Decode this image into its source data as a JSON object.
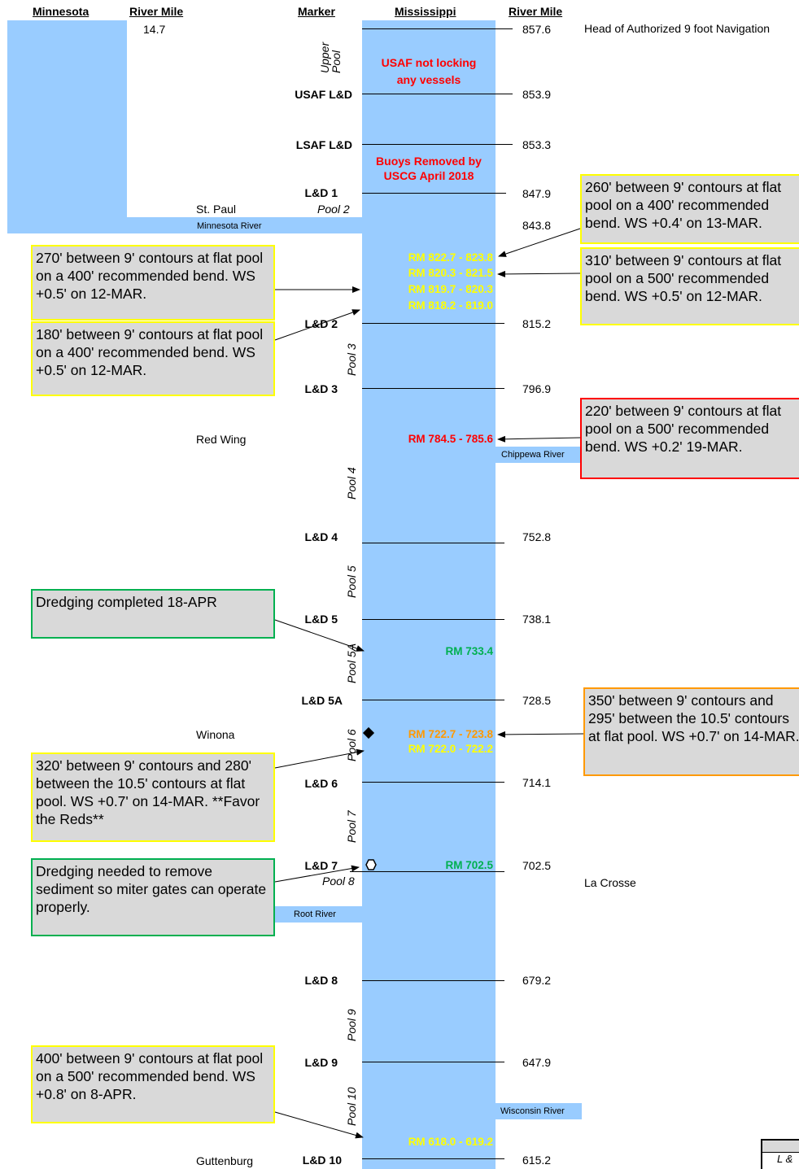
{
  "headers": {
    "minnesota": "Minnesota",
    "river_mile_mn": "River Mile",
    "marker": "Marker",
    "mississippi": "Mississippi",
    "river_mile": "River Mile"
  },
  "mn_mile": "14.7",
  "head_note": "Head of Authorized 9 foot Navigation",
  "locks": {
    "usaf": "USAF L&D",
    "lsaf": "LSAF L&D",
    "ld1": "L&D 1",
    "ld2": "L&D 2",
    "ld3": "L&D 3",
    "ld4": "L&D 4",
    "ld5": "L&D 5",
    "ld5a": "L&D 5A",
    "ld6": "L&D 6",
    "ld7": "L&D 7",
    "ld8": "L&D 8",
    "ld9": "L&D 9",
    "ld10": "L&D 10"
  },
  "miles": {
    "m1": "857.6",
    "m2": "853.9",
    "m3": "853.3",
    "m4": "847.9",
    "m5": "843.8",
    "m6": "815.2",
    "m7": "796.9",
    "m8": "752.8",
    "m9": "738.1",
    "m10": "728.5",
    "m11": "714.1",
    "m12": "702.5",
    "m13": "679.2",
    "m14": "647.9",
    "m15": "615.2"
  },
  "pools": {
    "upper": "Upper Pool",
    "p2": "Pool 2",
    "p3": "Pool 3",
    "p4": "Pool 4",
    "p5": "Pool 5",
    "p5a": "Pool 5A",
    "p6": "Pool 6",
    "p7": "Pool 7",
    "p8": "Pool 8",
    "p9": "Pool 9",
    "p10": "Pool 10"
  },
  "cities": {
    "stpaul": "St. Paul",
    "redwing": "Red Wing",
    "winona": "Winona",
    "lacrosse": "La Crosse",
    "guttenburg": "Guttenburg"
  },
  "tributaries": {
    "minnesota": "Minnesota River",
    "chippewa": "Chippewa River",
    "root": "Root River",
    "wisconsin": "Wisconsin River"
  },
  "notices": {
    "usaf_line1": "USAF not locking",
    "usaf_line2": "any vessels",
    "buoys_line1": "Buoys Removed by",
    "buoys_line2": "USCG April 2018"
  },
  "reaches": {
    "r1": "RM 822.7 - 823.8",
    "r2": "RM 820.3 - 821.5",
    "r3": "RM 819.7 - 820.3",
    "r4": "RM 818.2 - 819.0",
    "r5": "RM 784.5 - 785.6",
    "r6": "RM 733.4",
    "r7": "RM 722.7 - 723.8",
    "r8": "RM 722.0 - 722.2",
    "r9": "RM 702.5",
    "r10": "RM 618.0 - 619.2"
  },
  "boxes": {
    "b1": "260' between 9' contours at flat pool on a 400' recommended bend. WS +0.4' on 13-MAR.",
    "b2": "270' between 9' contours at flat pool on a 400' recommended bend. WS +0.5' on 12-MAR.",
    "b3": "310' between 9' contours at flat pool on a 500' recommended bend.  WS +0.5' on 12-MAR.",
    "b4": "180' between 9' contours at flat pool on a 400' recommended bend. WS +0.5' on 12-MAR.",
    "b5": "220' between 9' contours at flat pool on a 500' recommended bend. WS +0.2' 19-MAR.",
    "b6": "Dredging completed 18-APR",
    "b7": "350' between 9' contours and 295' between the 10.5' contours at flat pool. WS  +0.7' on 14-MAR.",
    "b8": "320' between 9' contours and 280' between the 10.5' contours at flat pool. WS  +0.7' on 14-MAR. **Favor the Reds**",
    "b9": "Dredging needed to remove sediment so miter gates can operate properly.",
    "b10": "400' between 9' contours at flat pool on a 500' recommended bend. WS  +0.8' on 8-APR."
  },
  "legend_fragment": "L &",
  "colors": {
    "river": "#99ccff",
    "yellow": "#ffff00",
    "red": "#ff0000",
    "orange": "#ff9900",
    "green": "#00b050",
    "box": "#d9d9d9"
  }
}
